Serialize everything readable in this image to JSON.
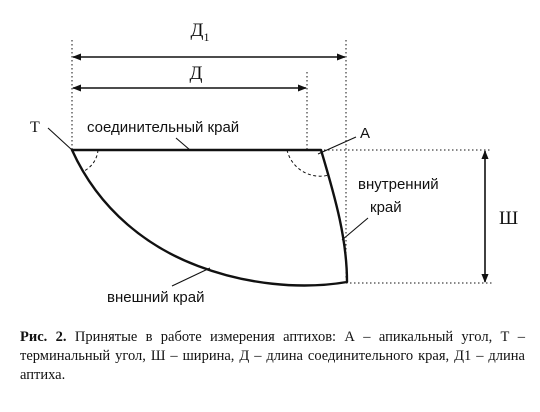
{
  "labels": {
    "d1": "Д",
    "d1_sub": "1",
    "d": "Д",
    "joining_edge": "соединительный край",
    "apical": "А",
    "terminal": "Т",
    "inner_edge_1": "внутренний",
    "inner_edge_2": "край",
    "width": "Ш",
    "outer_edge": "внешний край"
  },
  "caption": {
    "ref": "Рис. 2.",
    "text": "Принятые в работе измерения аптихов: А – апикальный угол, Т – терминальный угол, Ш – ширина, Д – длина соединительного края, Д1 – длина аптиха."
  }
}
